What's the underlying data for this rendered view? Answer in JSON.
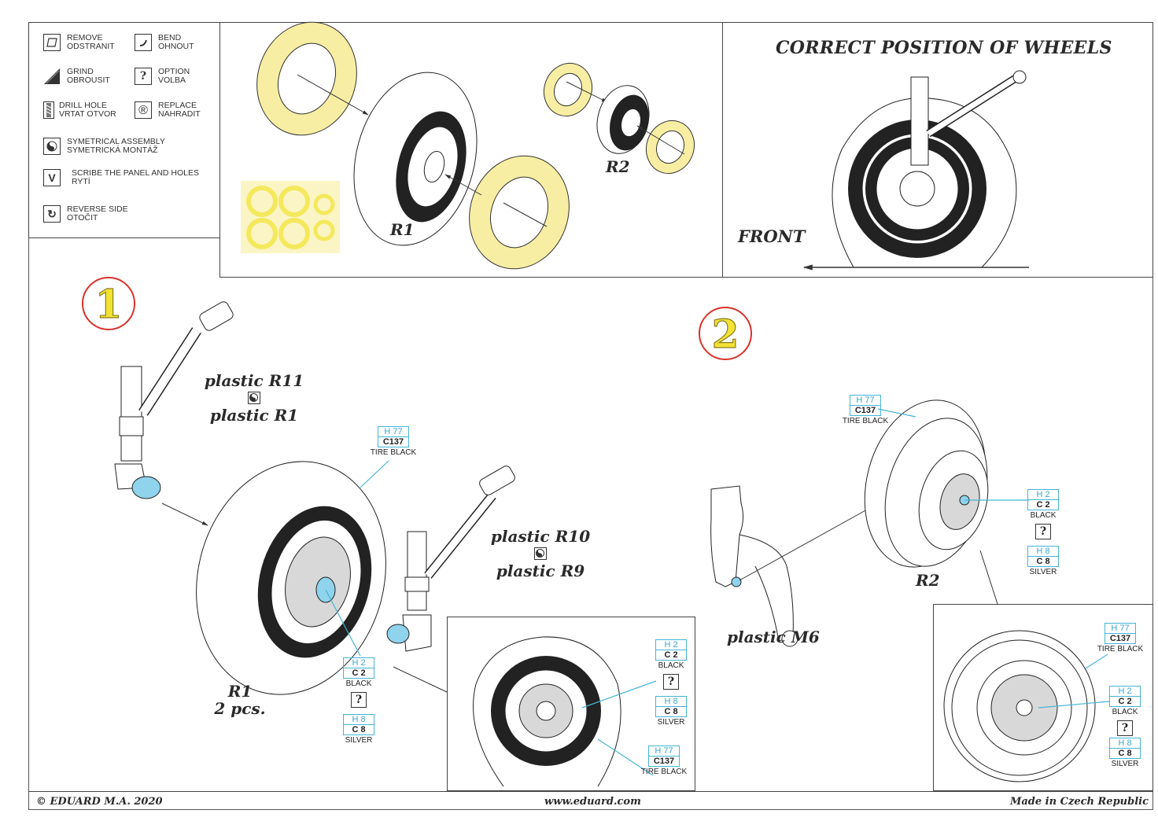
{
  "legend": {
    "items": [
      {
        "icon": "remove-icon",
        "line1": "REMOVE",
        "line2": "ODSTRANIT"
      },
      {
        "icon": "bend-icon",
        "line1": "BEND",
        "line2": "OHNOUT"
      },
      {
        "icon": "grind-icon",
        "line1": "GRIND",
        "line2": "OBROUSIT"
      },
      {
        "icon": "option-icon",
        "glyph": "?",
        "line1": "OPTION",
        "line2": "VOLBA"
      },
      {
        "icon": "drill-hole-icon",
        "line1": "DRILL HOLE",
        "line2": "VRTAT OTVOR"
      },
      {
        "icon": "replace-icon",
        "glyph": "®",
        "line1": "REPLACE",
        "line2": "NAHRADIT"
      },
      {
        "icon": "symmetrical-assembly-icon",
        "line1": "SYMETRICAL ASSEMBLY",
        "line2": "SYMETRICKÁ MONTÁŽ"
      },
      {
        "icon": "scribe-icon",
        "glyph": "V",
        "line1": "SCRIBE THE PANEL AND HOLES",
        "line2": "RYTÍ"
      },
      {
        "icon": "reverse-side-icon",
        "glyph": "↻",
        "line1": "REVERSE SIDE",
        "line2": "OTOČIT"
      }
    ]
  },
  "decal_panel": {
    "labels": {
      "r1": "R1",
      "r2": "R2"
    },
    "mask_color": "#f7eea3"
  },
  "correct_panel": {
    "title": "CORRECT POSITION OF WHEELS",
    "front_label": "FRONT"
  },
  "step1": {
    "number": "1",
    "part_top": "plastic R11",
    "part_bottom": "plastic R1",
    "part2_top": "plastic R10",
    "part2_bottom": "plastic R9",
    "wheel_label": "R1",
    "wheel_qty": "2 pcs.",
    "paints": {
      "tire": {
        "h": "H 77",
        "c": "C137",
        "name": "TIRE BLACK"
      },
      "hub_black": {
        "h": "H 2",
        "c": "C 2",
        "name": "BLACK"
      },
      "option": "?",
      "hub_silver": {
        "h": "H 8",
        "c": "C 8",
        "name": "SILVER"
      }
    },
    "inset_paints": {
      "black": {
        "h": "H 2",
        "c": "C 2",
        "name": "BLACK"
      },
      "option": "?",
      "silver": {
        "h": "H 8",
        "c": "C 8",
        "name": "SILVER"
      },
      "tire": {
        "h": "H 77",
        "c": "C137",
        "name": "TIRE BLACK"
      }
    }
  },
  "step2": {
    "number": "2",
    "wheel_label": "R2",
    "part_label": "plastic M6",
    "paints": {
      "tire": {
        "h": "H 77",
        "c": "C137",
        "name": "TIRE BLACK"
      },
      "black": {
        "h": "H 2",
        "c": "C 2",
        "name": "BLACK"
      },
      "option": "?",
      "silver": {
        "h": "H 8",
        "c": "C 8",
        "name": "SILVER"
      }
    },
    "inset_paints": {
      "tire": {
        "h": "H 77",
        "c": "C137",
        "name": "TIRE BLACK"
      },
      "black": {
        "h": "H 2",
        "c": "C 2",
        "name": "BLACK"
      },
      "option": "?",
      "silver": {
        "h": "H 8",
        "c": "C 8",
        "name": "SILVER"
      }
    }
  },
  "footer": {
    "copyright": "© EDUARD  M.A. 2020",
    "website": "www.eduard.com",
    "origin": "Made in Czech Republic"
  },
  "colors": {
    "accent_blue": "#46b4d6",
    "step_red": "#d9322b",
    "step_yellow": "#f2e233",
    "mask_yellow": "#f7eea3",
    "part_blue": "#8fd3ec"
  }
}
